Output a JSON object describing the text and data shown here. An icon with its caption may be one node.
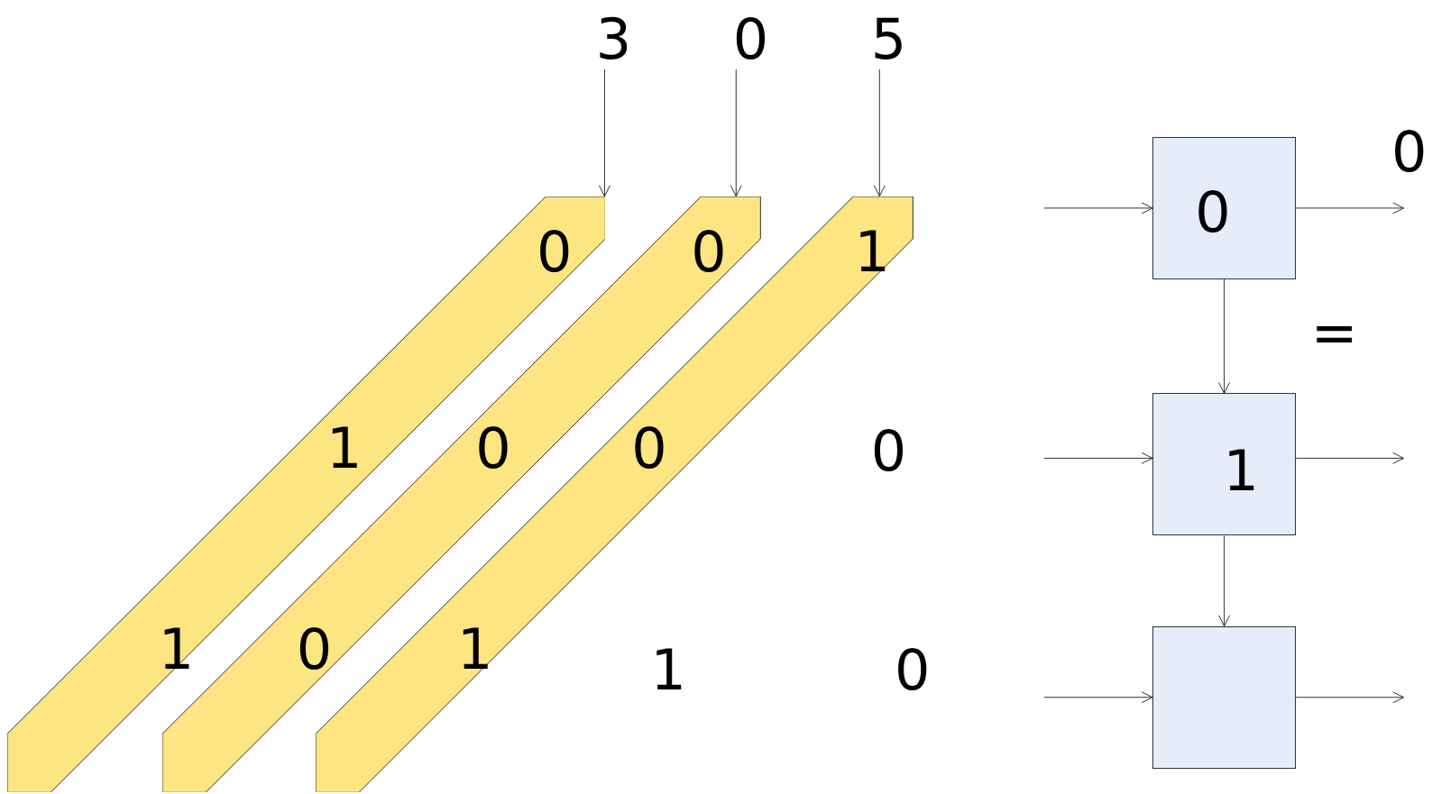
{
  "diagram": {
    "nodes": [
      {
        "text": [
          "3"
        ]
      },
      {
        "text": [
          "0"
        ]
      },
      {
        "text": [
          "5"
        ]
      },
      {
        "text": [
          "0",
          "1",
          "1"
        ]
      },
      {
        "text": [
          "0",
          "0",
          "0"
        ]
      },
      {
        "text": [
          "1",
          "0",
          "1"
        ]
      },
      {
        "text": [
          "0"
        ]
      },
      {
        "text": [
          "1"
        ]
      },
      {
        "text": [],
        "shape": "box"
      }
    ],
    "edges": [
      {
        "from": 0,
        "to": 3,
        "arrow": "to"
      },
      {
        "from": 1,
        "to": 4,
        "arrow": "to"
      },
      {
        "from": 2,
        "to": 5,
        "arrow": "to"
      },
      {
        "from": null,
        "to": 6,
        "arrow": "to"
      },
      {
        "from": 6,
        "to": null,
        "arrow": "to"
      },
      {
        "from": 6,
        "to": 7,
        "arrow": "to"
      },
      {
        "from": null,
        "to": 7,
        "arrow": "to"
      },
      {
        "from": 7,
        "to": null,
        "arrow": "to"
      },
      {
        "from": 7,
        "to": 8,
        "arrow": "to"
      },
      {
        "from": null,
        "to": 8,
        "arrow": "to"
      },
      {
        "from": 8,
        "to": null,
        "arrow": "to"
      }
    ],
    "labels": [
      "0",
      "=",
      "0",
      "1",
      "0"
    ]
  }
}
